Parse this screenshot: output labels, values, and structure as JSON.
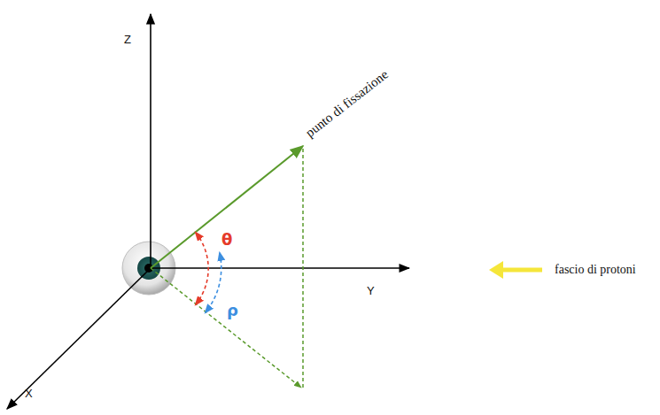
{
  "diagram": {
    "labels": [
      "Z",
      "Y",
      "X",
      "punto di fissazione",
      "θ",
      "ρ",
      "fascio di protoni"
    ]
  }
}
